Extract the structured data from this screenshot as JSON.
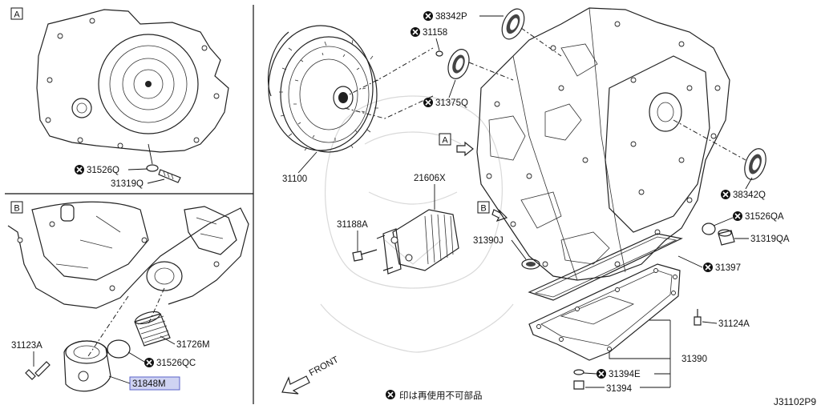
{
  "sections": {
    "a": "A",
    "b": "B"
  },
  "parts": {
    "p31526q": "31526Q",
    "p31319q": "31319Q",
    "p31100": "31100",
    "p38342p": "38342P",
    "p31158": "31158",
    "p31375q": "31375Q",
    "p21606x": "21606X",
    "p31188a": "31188A",
    "p38342q": "38342Q",
    "p31526qa": "31526QA",
    "p31319qa": "31319QA",
    "p31390j": "31390J",
    "p31397": "31397",
    "p31124a": "31124A",
    "p31390": "31390",
    "p31394e": "31394E",
    "p31394": "31394",
    "p31123a": "31123A",
    "p31726m": "31726M",
    "p31526qc": "31526QC",
    "p31848m": "31848M"
  },
  "front_label": "FRONT",
  "legend": "印は再使用不可部品",
  "diagram_code": "J31102P9",
  "colors": {
    "highlight": "#cfd3f2",
    "highlight_border": "#5b63c9"
  }
}
